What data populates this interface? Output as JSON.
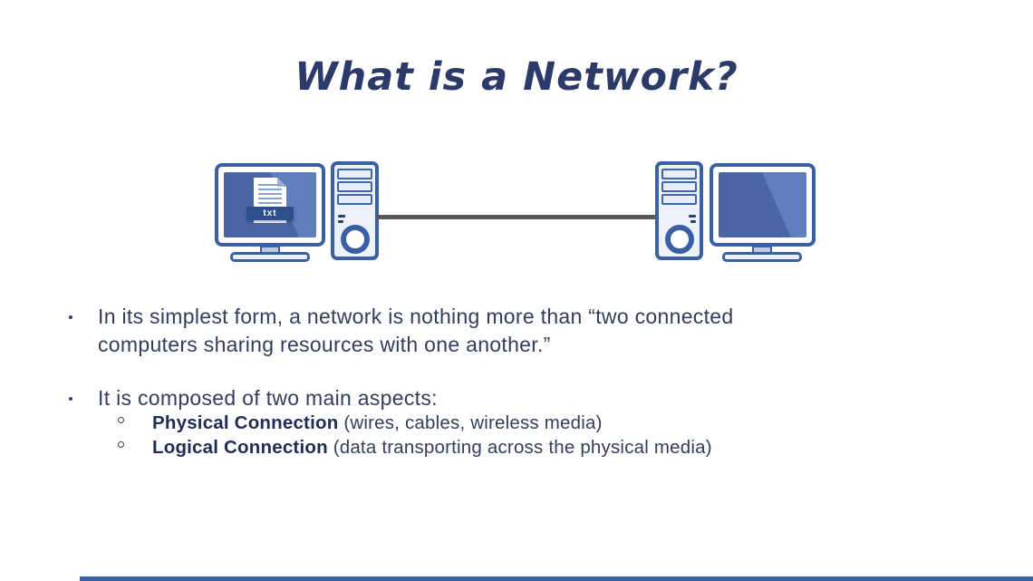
{
  "title": "What is a Network?",
  "bullet1": {
    "text": "In its simplest form, a network is nothing more than “two connected\ncomputers sharing resources with one another.”"
  },
  "bullet2": {
    "text": "It is composed of two main aspects:",
    "subs": [
      {
        "bold": "Physical Connection",
        "rest": " (wires, cables, wireless media)"
      },
      {
        "bold": "Logical Connection",
        "rest": " (data transporting across the physical media)"
      }
    ]
  },
  "diagram": {
    "txt_badge": "txt",
    "icons": [
      "left-monitor-icon",
      "txt-file-icon",
      "left-tower-icon",
      "network-cable",
      "right-tower-icon",
      "right-monitor-icon"
    ]
  },
  "colors": {
    "title_navy": "#2b3a69",
    "body_text": "#333e5c",
    "computer_border_blue": "#3a60a3",
    "screen_blue": "#4a67a3",
    "screen_highlight_blue": "#5f7eba",
    "badge_navy": "#2d4f8c",
    "tower_fill": "#edf2fa",
    "cable_gray": "#58595b",
    "accent_bar_blue": "#3c62a4"
  }
}
